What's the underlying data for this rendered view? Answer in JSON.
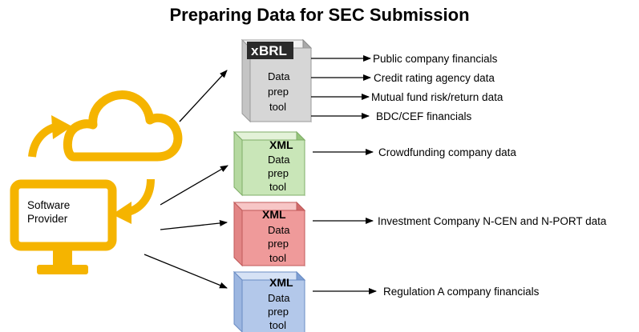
{
  "title": "Preparing Data for SEC Submission",
  "provider": {
    "line1": "Software",
    "line2": "Provider"
  },
  "colors": {
    "icon_orange": "#f5b400",
    "gray_front": "#d6d6d6",
    "gray_top": "#f2f2f2",
    "gray_side": "#a9a9a9",
    "green_front": "#c9e6b8",
    "green_top": "#e3f2d8",
    "green_side": "#96c47c",
    "red_front": "#ef9a9a",
    "red_top": "#f7c6c6",
    "red_side": "#cf6a6a",
    "blue_front": "#b3c8ea",
    "blue_top": "#d6e2f5",
    "blue_side": "#7e9fd3"
  },
  "tools": [
    {
      "tag_x": "x",
      "tag_rest": "BRL",
      "line1": "Data",
      "line2": "prep",
      "line3": "tool",
      "outputs": [
        "Public company financials",
        "Credit rating agency data",
        "Mutual fund risk/return data",
        "BDC/CEF financials"
      ]
    },
    {
      "tag": "XML",
      "line1": "Data",
      "line2": "prep",
      "line3": "tool",
      "outputs": [
        "Crowdfunding company data"
      ]
    },
    {
      "tag": "XML",
      "line1": "Data",
      "line2": "prep",
      "line3": "tool",
      "outputs": [
        "Investment Company N-CEN and N-PORT data"
      ]
    },
    {
      "tag": "XML",
      "line1": "Data",
      "line2": "prep",
      "line3": "tool",
      "outputs": [
        "Regulation A company financials"
      ]
    }
  ]
}
